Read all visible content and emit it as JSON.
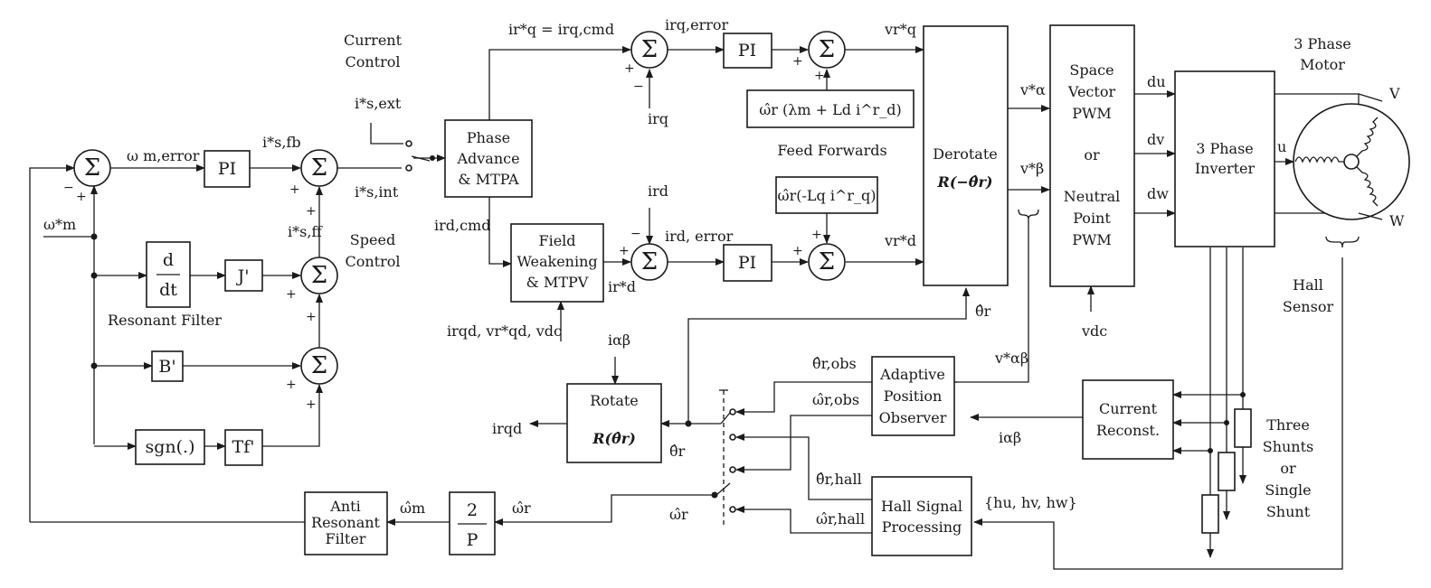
{
  "blocks": {
    "pi_speed": "PI",
    "ddt_num": "d",
    "ddt_den": "dt",
    "j": "J'",
    "b": "B'",
    "sgn": "sgn(.)",
    "tf": "Tf'",
    "phase_advance": [
      "Phase",
      "Advance",
      "& MTPA"
    ],
    "field_weakening": [
      "Field",
      "Weakening",
      "& MTPV"
    ],
    "pi_q": "PI",
    "pi_d": "PI",
    "ff_q": "ω̂r (λm + Ld i^r_d)",
    "ff_d": "ω̂r(-Lq i^r_q)",
    "derotate": "Derotate",
    "derotate_eq": "R(−θ̂r)",
    "svpwm": [
      "Space",
      "Vector",
      "PWM",
      "or",
      "Neutral",
      "Point",
      "PWM"
    ],
    "inverter": [
      "3 Phase",
      "Inverter"
    ],
    "observer": [
      "Adaptive",
      "Position",
      "Observer"
    ],
    "current_reconst": [
      "Current",
      "Reconst."
    ],
    "hall_processing": [
      "Hall Signal",
      "Processing"
    ],
    "rotate": "Rotate",
    "rotate_eq": "R(θ̂r)",
    "two_over_p_num": "2",
    "two_over_p_den": "P",
    "anti_resonant": [
      "Anti",
      "Resonant",
      "Filter"
    ]
  },
  "sum_symbol": "Σ",
  "labels": {
    "current_control": [
      "Current",
      "Control"
    ],
    "speed_control": [
      "Speed",
      "Control"
    ],
    "resonant_filter": "Resonant Filter",
    "feed_forwards": "Feed Forwards",
    "motor": [
      "3 Phase",
      "Motor"
    ],
    "hall_sensor": [
      "Hall",
      "Sensor"
    ],
    "shunts": [
      "Three",
      "Shunts",
      "or",
      "Single",
      "Shunt"
    ]
  },
  "signals": {
    "omega_m_error": "ω m,error",
    "omega_m_star": "ω*m",
    "is_fb": "i*s,fb",
    "is_ext": "i*s,ext",
    "is_int": "i*s,int",
    "is_ff": "i*s,ff",
    "iq_star_eq": "ir*q = irq,cmd",
    "iq_error": "irq,error",
    "iq_fb": "irq",
    "vq_star": "vr*q",
    "id_cmd": "ird,cmd",
    "id_fb": "ird",
    "id_error": "ird, error",
    "id_star": "ir*d",
    "vd_star": "vr*d",
    "fw_inputs": "irqd, vr*qd, vdc",
    "v_alpha": "v*α",
    "v_beta": "v*β",
    "du": "du",
    "dv": "dv",
    "dw": "dw",
    "phase_u": "u",
    "phase_v": "V",
    "phase_w": "W",
    "vdc": "vdc",
    "theta_hat": "θ̂r",
    "v_alphabeta": "v*αβ",
    "theta_obs": "θ̂r,obs",
    "omega_obs": "ω̂r,obs",
    "i_alphabeta_top": "iαβ",
    "i_alphabeta_mid": "iαβ",
    "iqd": "irqd",
    "theta_hall": "θ̂r,hall",
    "omega_hall": "ω̂r,hall",
    "hall_signals": "{hu, hv, hw}",
    "omega_r_sel": "ω̂r",
    "omega_r_out": "ω̂r",
    "omega_m_hat": "ω̂m"
  },
  "signs": {
    "plus": "+",
    "minus": "−"
  }
}
